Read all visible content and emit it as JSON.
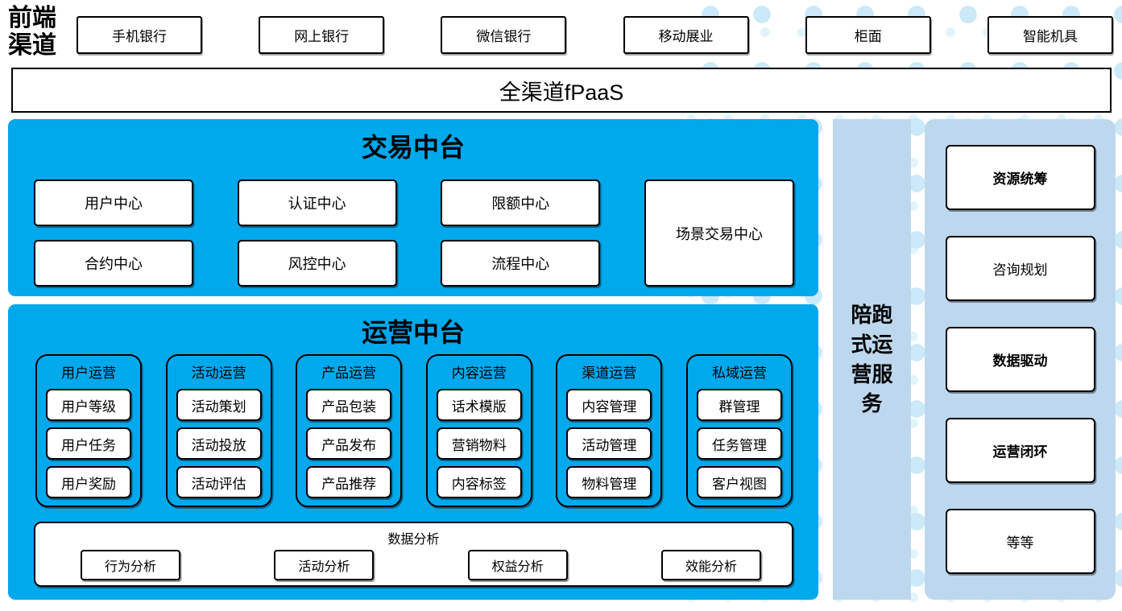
{
  "header": {
    "label": "前端渠道",
    "label_lines": [
      "前端",
      "渠道"
    ],
    "channels": [
      "手机银行",
      "网上银行",
      "微信银行",
      "移动展业",
      "柜面",
      "智能机具"
    ]
  },
  "fpaas": {
    "label": "全渠道fPaaS"
  },
  "trade_platform": {
    "title": "交易中台",
    "columns": [
      [
        "用户中心",
        "合约中心"
      ],
      [
        "认证中心",
        "风控中心"
      ],
      [
        "限额中心",
        "流程中心"
      ]
    ],
    "tall_box": "场景交易中心"
  },
  "operations_platform": {
    "title": "运营中台",
    "groups": [
      {
        "title": "用户运营",
        "items": [
          "用户等级",
          "用户任务",
          "用户奖励"
        ]
      },
      {
        "title": "活动运营",
        "items": [
          "活动策划",
          "活动投放",
          "活动评估"
        ]
      },
      {
        "title": "产品运营",
        "items": [
          "产品包装",
          "产品发布",
          "产品推荐"
        ]
      },
      {
        "title": "内容运营",
        "items": [
          "话术模版",
          "营销物料",
          "内容标签"
        ]
      },
      {
        "title": "渠道运营",
        "items": [
          "内容管理",
          "活动管理",
          "物料管理"
        ]
      },
      {
        "title": "私域运营",
        "items": [
          "群管理",
          "任务管理",
          "客户视图"
        ]
      }
    ],
    "analysis": {
      "title": "数据分析",
      "items": [
        "行为分析",
        "活动分析",
        "权益分析",
        "效能分析"
      ]
    }
  },
  "side_bar": {
    "label": "陪跑式运营服务",
    "lines": [
      "陪跑",
      "式运",
      "营服",
      "务"
    ]
  },
  "right_panel": {
    "items": [
      {
        "label": "资源统筹",
        "bold": true
      },
      {
        "label": "咨询规划",
        "bold": false
      },
      {
        "label": "数据驱动",
        "bold": true
      },
      {
        "label": "运营闭环",
        "bold": true
      },
      {
        "label": "等等",
        "bold": false
      }
    ]
  },
  "colors": {
    "primary_blue": "#00A8EC",
    "light_blue": "#BDD8EE",
    "dot_blue": "#CBE9F8",
    "border_black": "#000000"
  }
}
